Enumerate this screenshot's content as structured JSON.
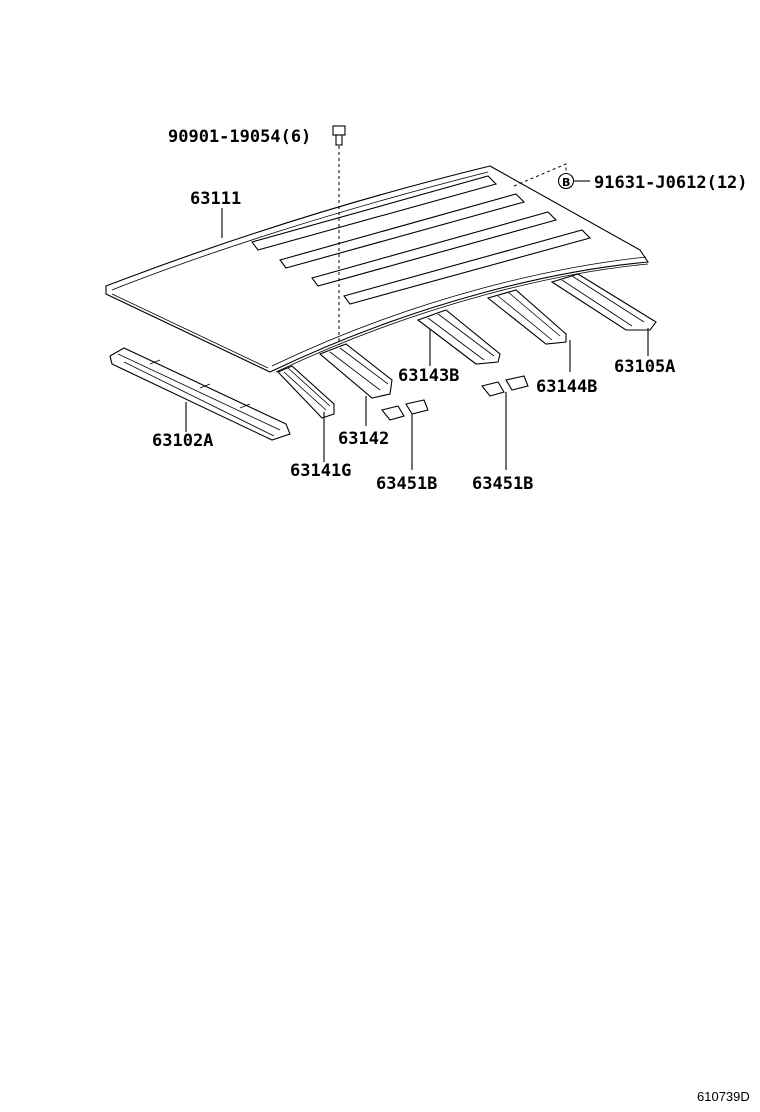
{
  "labels": {
    "bolt": "90901-19054(6)",
    "roof_panel": "63111",
    "clip_ref": "B",
    "clip": "91631-J0612(12)",
    "front_header": "63102A",
    "bow_1": "63141G",
    "bow_2": "63142",
    "bow_3": "63143B",
    "bow_4": "63144B",
    "rear_header": "63105A",
    "bracket_1": "63451B",
    "bracket_2": "63451B"
  },
  "diagram_code": "610739D"
}
